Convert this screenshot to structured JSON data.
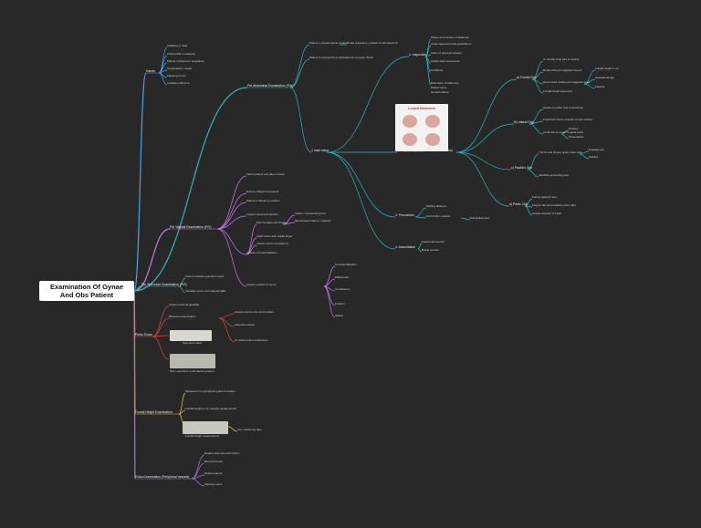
{
  "root": {
    "title_line1": "Examination Of Gynae",
    "title_line2": "And Obs Patient"
  },
  "colors": {
    "background": "#282828",
    "hands": "#4aa3f0",
    "abdominal": "#2bb7c4",
    "vaginal": "#c77be8",
    "speculum": "#3bb6a0",
    "pelvic": "#e0463c",
    "fundal": "#f0c040",
    "pulse": "#a47ad6"
  },
  "branches": {
    "hands": {
      "label": "Hands",
      "items": [
        "Clubbing of nails",
        "Koilonychia in anaemia",
        "Palmar erythema in pregnancy",
        "Temperature / sweat",
        "Flapping tremor",
        "Capillary refill time"
      ]
    },
    "abdominal": {
      "label": "Per Abdominal Examination (P/A)",
      "patient": [
        "Patient in dorsal supine position",
        "Patient is exposed from xiphisternum to upper thighs"
      ],
      "patient_note": "In late pregnancy, position in left lateral tilt",
      "steps": {
        "label": "4 main steps",
        "inspection": {
          "label": "1. Inspection",
          "items": [
            "Shape and contour of abdomen",
            "Linea nigra and striae gravidarum",
            "Scars of previous surgery",
            "Visible fetal movements",
            "Umbilicus"
          ],
          "notes": [
            "Distension of abdomen",
            "Dilated veins",
            "Hernial orifices"
          ]
        },
        "leopold": {
          "label": "2. Palpation (Leopold Manoeuvre in obs)",
          "image_title": "Leopold Maneuvers",
          "fundal_grip": {
            "label": "a) Fundal Grip",
            "items": [
              "To identify fetal part at fundus",
              "Broad soft part suggests breech",
              "Hard round mobile part suggests head",
              "Fundal height assessed"
            ],
            "sub": [
              "Fundal height in cm",
              "Gestational age",
              "Fetal lie"
            ]
          },
          "lateral_grip": {
            "label": "b) Lateral Grip",
            "items": [
              "Hands on either side of abdomen",
              "Fetal back felt as smooth curved surface",
              "Limbs felt as small irregular parts"
            ],
            "sub": [
              "Position",
              "Presentation"
            ]
          },
          "pawlik_grip": {
            "label": "c) Pawlik's Grip",
            "items": [
              "Thumb and fingers grasp lower pole",
              "Identifies presenting part"
            ],
            "sub": [
              "Engagement",
              "Mobility"
            ]
          },
          "pelvic_grip": {
            "label": "d) Pelvic Grip",
            "items": [
              "Facing patient's feet",
              "Fingers directed towards pelvic inlet",
              "Assess descent of head"
            ]
          }
        },
        "percussion": {
          "label": "3. Percussion",
          "items": [
            "Shifting dullness",
            "Fluid thrill in ascites",
            "Polyhydramnios"
          ]
        },
        "auscultation": {
          "label": "4. Auscultation",
          "items": [
            "Fetal heart sounds",
            "Bowel sounds"
          ]
        }
      }
    },
    "vaginal": {
      "label": "Per Vaginal Examination (P/V)",
      "items": [
        "Inform patient and take consent",
        "Ensure chaperone present",
        "Patient in lithotomy position",
        "Inspect vulva and introitus",
        "Part the labia with fingers",
        "Insert index and middle finger",
        "Assess cervix consistency",
        "Assess cervical dilatation",
        "Assess position of cervix",
        "Station of presenting part",
        "Membranes intact or ruptured"
      ],
      "bishop": [
        "Cervical dilatation",
        "Effacement",
        "Consistency",
        "Position",
        "Station"
      ]
    },
    "speculum": {
      "label": "Per Speculum Examination (P/S)",
      "items": [
        "Cusco's bivalve speculum used",
        "Visualise cervix and vaginal walls"
      ]
    },
    "pelvic": {
      "label": "Pelvic Exam",
      "items": [
        "Inspect external genitalia",
        "Bimanual examination",
        "Assess uterine size and position",
        "Adnexal masses",
        "Cervical motion tenderness"
      ],
      "image_1": "Speculum used",
      "image_2": "Sims speculum in left lateral position"
    },
    "fundal": {
      "label": "Fundal Height Examination",
      "items": [
        "Measure from symphysis pubis to fundus",
        "Fundal height in cm roughly equals weeks",
        "Use measuring tape"
      ],
      "image": "Fundal height measurement"
    },
    "pulse": {
      "label": "Pulse Examination (Peripheral Vessels)",
      "items": [
        "Radial pulse rate and rhythm",
        "Blood pressure",
        "Pedal oedema",
        "Varicose veins"
      ]
    }
  }
}
